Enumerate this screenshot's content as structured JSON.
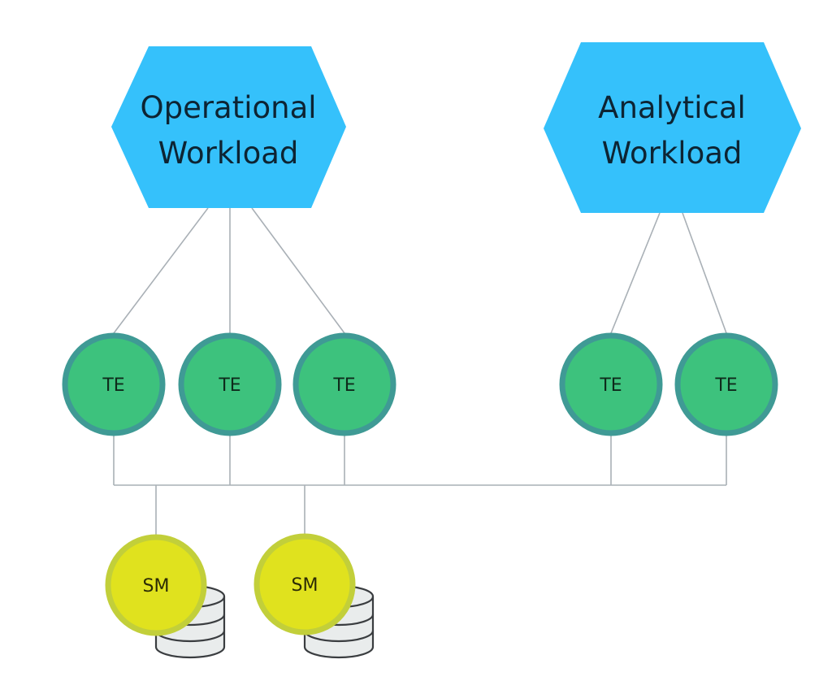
{
  "workloads": [
    {
      "id": "operational",
      "label_line1": "Operational",
      "label_line2": "Workload",
      "color": "#35c1fb"
    },
    {
      "id": "analytical",
      "label_line1": "Analytical",
      "label_line2": "Workload",
      "color": "#35c1fb"
    }
  ],
  "transaction_engines": [
    {
      "label": "TE",
      "workload": "operational"
    },
    {
      "label": "TE",
      "workload": "operational"
    },
    {
      "label": "TE",
      "workload": "operational"
    },
    {
      "label": "TE",
      "workload": "analytical"
    },
    {
      "label": "TE",
      "workload": "analytical"
    }
  ],
  "storage_managers": [
    {
      "label": "SM"
    },
    {
      "label": "SM"
    }
  ],
  "colors": {
    "workload_fill": "#35c1fb",
    "te_fill": "#3dc27d",
    "te_border": "#3f9a95",
    "sm_fill": "#e0e21e",
    "sm_border": "#c2cf3a",
    "connector": "#a9b0b6",
    "background": "#ffffff"
  }
}
